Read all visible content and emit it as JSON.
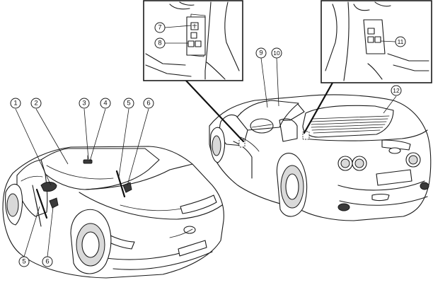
{
  "callouts": [
    {
      "id": "c1",
      "label": "1"
    },
    {
      "id": "c2",
      "label": "2"
    },
    {
      "id": "c3",
      "label": "3"
    },
    {
      "id": "c4",
      "label": "4"
    },
    {
      "id": "c5a",
      "label": "5"
    },
    {
      "id": "c6a",
      "label": "6"
    },
    {
      "id": "c5b",
      "label": "5"
    },
    {
      "id": "c6b",
      "label": "6"
    },
    {
      "id": "c7",
      "label": "7"
    },
    {
      "id": "c8",
      "label": "8"
    },
    {
      "id": "c9",
      "label": "9"
    },
    {
      "id": "c10",
      "label": "10"
    },
    {
      "id": "c11",
      "label": "11"
    },
    {
      "id": "c12",
      "label": "12"
    }
  ]
}
